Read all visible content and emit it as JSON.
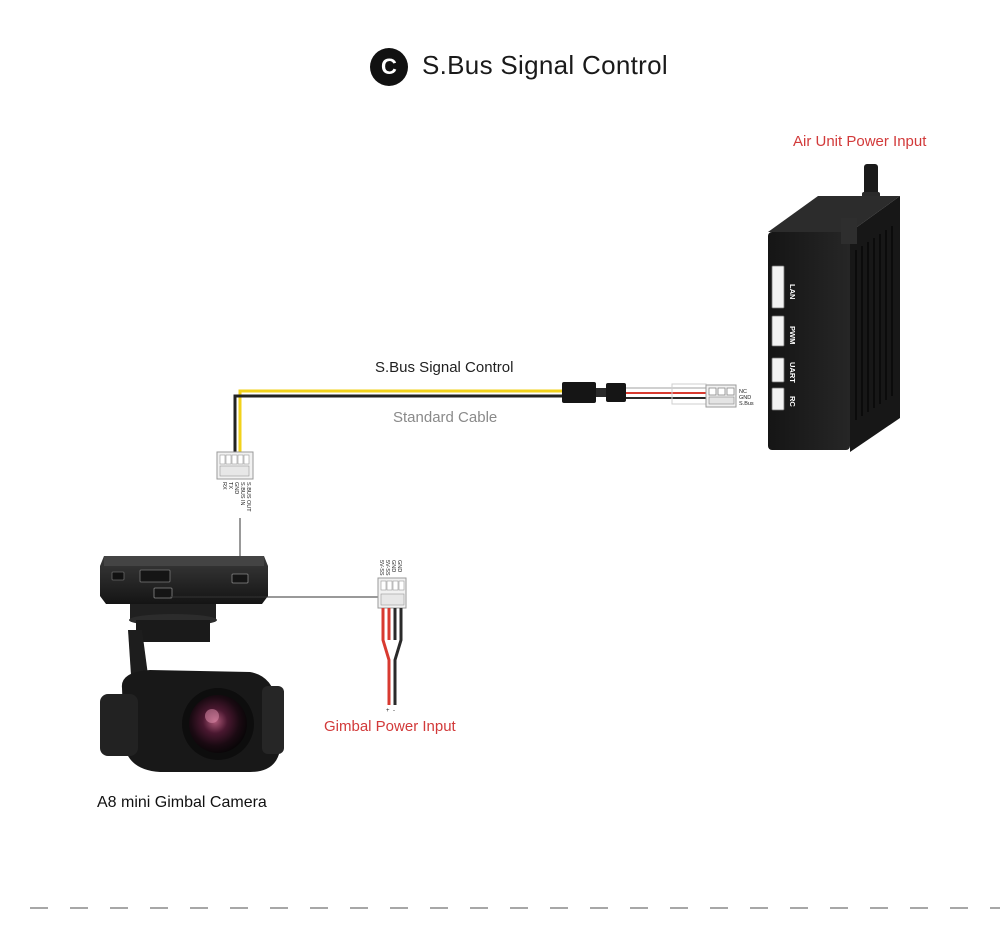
{
  "title": {
    "badge": "C",
    "text": "S.Bus Signal Control"
  },
  "labels": {
    "air_unit_power": "Air Unit Power Input",
    "sbus_signal": "S.Bus Signal Control",
    "standard_cable": "Standard Cable",
    "gimbal_power": "Gimbal Power Input",
    "camera_name": "A8 mini Gimbal Camera"
  },
  "air_unit": {
    "ports": [
      "LAN",
      "PWM",
      "UART",
      "RC"
    ],
    "rc_pins": [
      "NC",
      "GND",
      "S.Bus"
    ]
  },
  "gimbal_signal_pins": [
    "S.BUS OUT",
    "S.BUS IN",
    "GND",
    "TX",
    "RX"
  ],
  "gimbal_power_pins": [
    "GND",
    "GND",
    "5V-SS",
    "5V-SS"
  ],
  "power_polarity": [
    "+",
    "-"
  ],
  "colors": {
    "wire_yellow": "#f2d21b",
    "wire_black": "#222222",
    "wire_red": "#d83a30",
    "accent_red": "#d23a3a",
    "device_body": "#1c1c1c"
  }
}
